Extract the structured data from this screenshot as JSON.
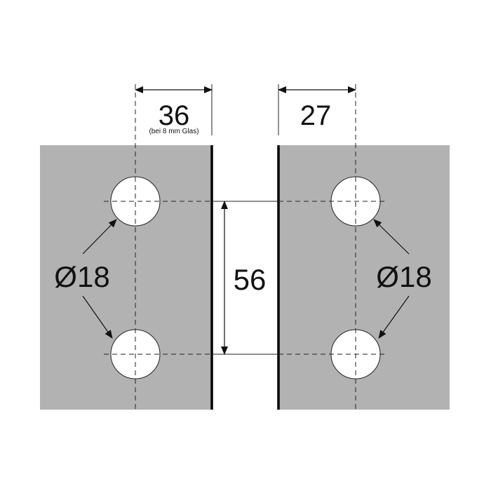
{
  "dimensions": {
    "left_width": "36",
    "left_width_note": "(bei 8 mm Glas)",
    "right_width": "27",
    "hole_spacing": "56",
    "hole_diameter_left": "Ø18",
    "hole_diameter_right": "Ø18"
  },
  "colors": {
    "plate": "#b2b2b2",
    "hole": "#ffffff",
    "edge": "#000000",
    "dim_line": "#111111"
  }
}
